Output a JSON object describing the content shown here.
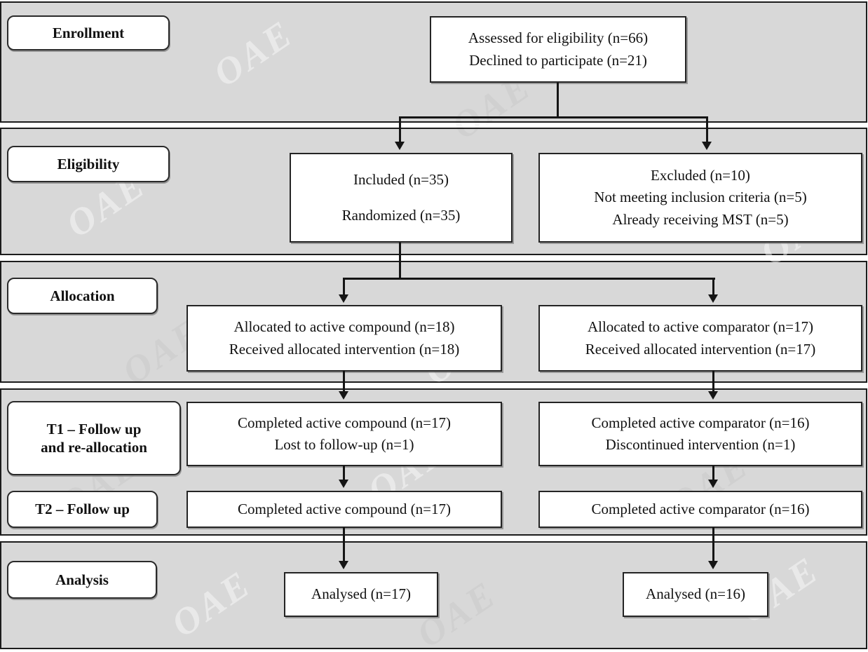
{
  "diagram_type": "CONSORT participant flow diagram",
  "watermark_text": "OAE",
  "colors": {
    "band_background": "#d8d8d8",
    "box_background": "#ffffff",
    "border": "#1c1c1c",
    "line": "#151515",
    "gap_background": "#ffffff"
  },
  "stage_labels": {
    "enrollment": "Enrollment",
    "eligibility": "Eligibility",
    "allocation": "Allocation",
    "t1_line1": "T1 – Follow up",
    "t1_line2": "and re-allocation",
    "t2": "T2 – Follow up",
    "analysis": "Analysis"
  },
  "flow_boxes": {
    "assessed": {
      "line1": "Assessed for eligibility (n=66)",
      "line2": "Declined to participate (n=21)"
    },
    "included": {
      "line1": "Included (n=35)",
      "line2": "Randomized (n=35)"
    },
    "excluded": {
      "line1": "Excluded (n=10)",
      "line2": "Not meeting inclusion criteria (n=5)",
      "line3": "Already receiving MST (n=5)"
    },
    "allocated_compound": {
      "line1": "Allocated to active compound (n=18)",
      "line2": "Received allocated intervention (n=18)"
    },
    "allocated_comparator": {
      "line1": "Allocated to active comparator (n=17)",
      "line2": "Received allocated intervention (n=17)"
    },
    "t1_compound": {
      "line1": "Completed active compound (n=17)",
      "line2": "Lost to follow-up (n=1)"
    },
    "t1_comparator": {
      "line1": "Completed active comparator (n=16)",
      "line2": "Discontinued intervention (n=1)"
    },
    "t2_compound": {
      "line1": "Completed active compound (n=17)"
    },
    "t2_comparator": {
      "line1": "Completed active comparator (n=16)"
    },
    "analysed_compound": {
      "line1": "Analysed (n=17)"
    },
    "analysed_comparator": {
      "line1": "Analysed (n=16)"
    }
  }
}
